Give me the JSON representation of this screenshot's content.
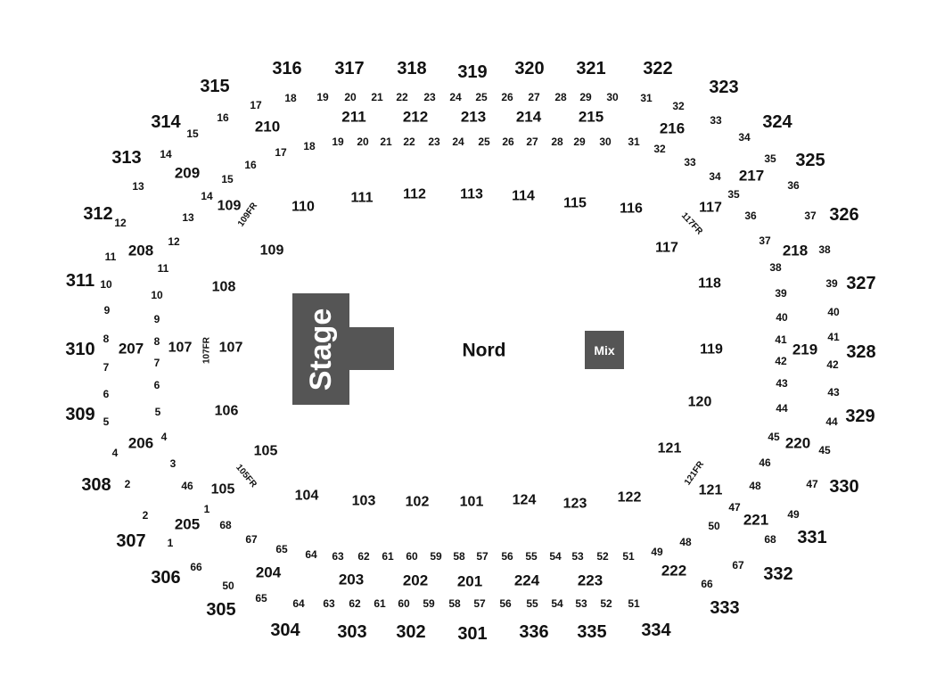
{
  "stage": {
    "label": "Stage"
  },
  "mix": {
    "label": "Mix"
  },
  "floor": {
    "label": "Nord"
  },
  "fr_labels": [
    "109FR",
    "117FR",
    "107FR",
    "105FR",
    "121FR"
  ],
  "sections_300": [
    "315",
    "316",
    "317",
    "318",
    "319",
    "320",
    "321",
    "322",
    "323",
    "314",
    "324",
    "313",
    "325",
    "312",
    "326",
    "311",
    "327",
    "310",
    "328",
    "309",
    "329",
    "308",
    "330",
    "307",
    "331",
    "306",
    "332",
    "305",
    "333",
    "304",
    "303",
    "302",
    "301",
    "336",
    "335",
    "334"
  ],
  "sections_200": [
    "211",
    "212",
    "213",
    "214",
    "215",
    "210",
    "216",
    "209",
    "217",
    "208",
    "218",
    "207",
    "219",
    "206",
    "220",
    "205",
    "221",
    "204",
    "222",
    "203",
    "202",
    "201",
    "224",
    "223"
  ],
  "sections_100": [
    "110",
    "111",
    "112",
    "113",
    "114",
    "115",
    "116",
    "109",
    "117",
    "109",
    "117",
    "108",
    "118",
    "107",
    "107",
    "119",
    "106",
    "120",
    "105",
    "121",
    "105",
    "121",
    "104",
    "103",
    "102",
    "101",
    "124",
    "123",
    "122"
  ],
  "rows": [
    "17",
    "18",
    "19",
    "20",
    "21",
    "22",
    "23",
    "24",
    "25",
    "26",
    "27",
    "28",
    "29",
    "30",
    "31",
    "32",
    "16",
    "33",
    "15",
    "34",
    "17",
    "18",
    "19",
    "20",
    "21",
    "22",
    "23",
    "24",
    "25",
    "26",
    "27",
    "28",
    "29",
    "30",
    "31",
    "32",
    "14",
    "16",
    "33",
    "35",
    "13",
    "15",
    "34",
    "36",
    "14",
    "35",
    "12",
    "13",
    "36",
    "37",
    "12",
    "37",
    "38",
    "11",
    "11",
    "38",
    "10",
    "10",
    "39",
    "39",
    "9",
    "9",
    "40",
    "40",
    "8",
    "8",
    "41",
    "41",
    "7",
    "7",
    "42",
    "42",
    "6",
    "6",
    "43",
    "43",
    "5",
    "5",
    "44",
    "44",
    "4",
    "4",
    "45",
    "45",
    "3",
    "46",
    "2",
    "46",
    "47",
    "1",
    "48",
    "47",
    "2",
    "68",
    "49",
    "1",
    "67",
    "50",
    "48",
    "68",
    "66",
    "65",
    "64",
    "63",
    "62",
    "61",
    "60",
    "59",
    "58",
    "57",
    "56",
    "55",
    "54",
    "53",
    "52",
    "51",
    "49",
    "67",
    "50",
    "66",
    "65",
    "64",
    "63",
    "62",
    "61",
    "60",
    "59",
    "58",
    "57",
    "56",
    "55",
    "54",
    "53",
    "52",
    "51"
  ]
}
